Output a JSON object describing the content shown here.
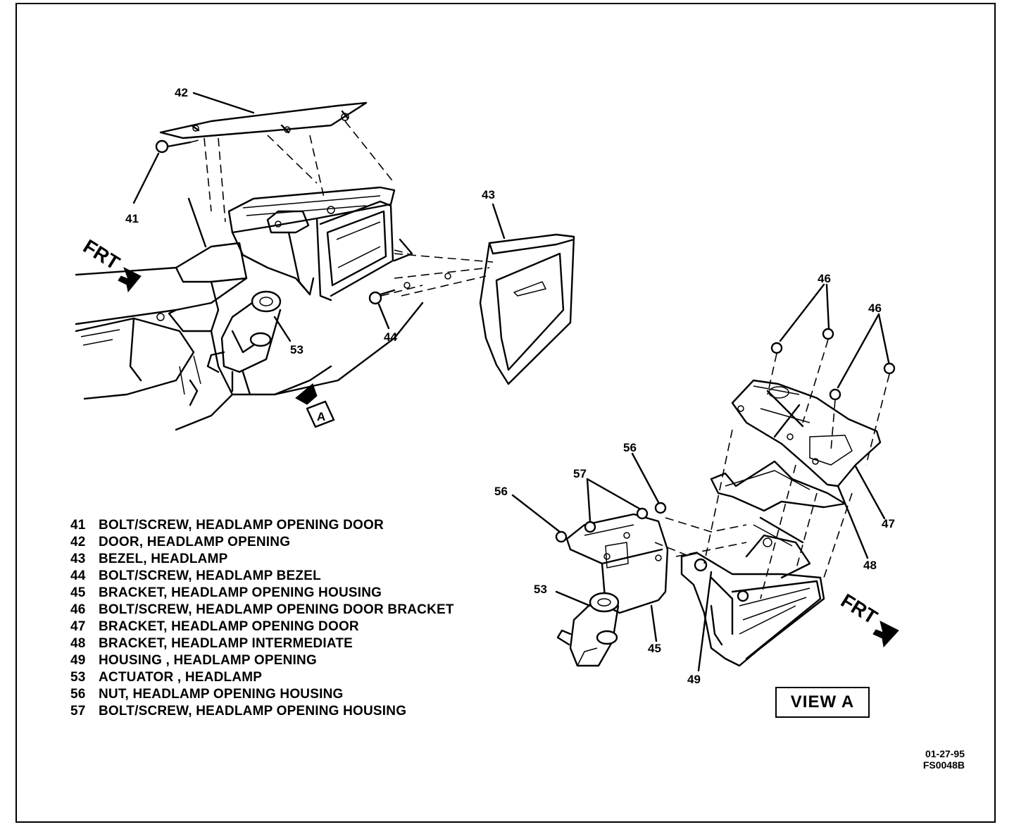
{
  "callouts": {
    "c41": "41",
    "c42": "42",
    "c43": "43",
    "c44": "44",
    "c53a": "53",
    "c46a": "46",
    "c46b": "46",
    "c56a": "56",
    "c56b": "56",
    "c57": "57",
    "c47": "47",
    "c48": "48",
    "c53b": "53",
    "c45": "45",
    "c49": "49"
  },
  "frt_labels": [
    "FRT",
    "FRT"
  ],
  "view_marker": "A",
  "view_label": "VIEW A",
  "legend": [
    {
      "num": "41",
      "text": "BOLT/SCREW, HEADLAMP OPENING DOOR"
    },
    {
      "num": "42",
      "text": "DOOR, HEADLAMP OPENING"
    },
    {
      "num": "43",
      "text": "BEZEL, HEADLAMP"
    },
    {
      "num": "44",
      "text": "BOLT/SCREW, HEADLAMP BEZEL"
    },
    {
      "num": "45",
      "text": "BRACKET, HEADLAMP OPENING HOUSING"
    },
    {
      "num": "46",
      "text": "BOLT/SCREW, HEADLAMP OPENING DOOR BRACKET"
    },
    {
      "num": "47",
      "text": "BRACKET, HEADLAMP OPENING DOOR"
    },
    {
      "num": "48",
      "text": "BRACKET, HEADLAMP INTERMEDIATE"
    },
    {
      "num": "49",
      "text": "HOUSING , HEADLAMP OPENING"
    },
    {
      "num": "53",
      "text": "ACTUATOR , HEADLAMP"
    },
    {
      "num": "56",
      "text": "NUT, HEADLAMP OPENING HOUSING"
    },
    {
      "num": "57",
      "text": "BOLT/SCREW, HEADLAMP OPENING HOUSING"
    }
  ],
  "stamp": {
    "date": "01-27-95",
    "code": "FS0048B"
  }
}
